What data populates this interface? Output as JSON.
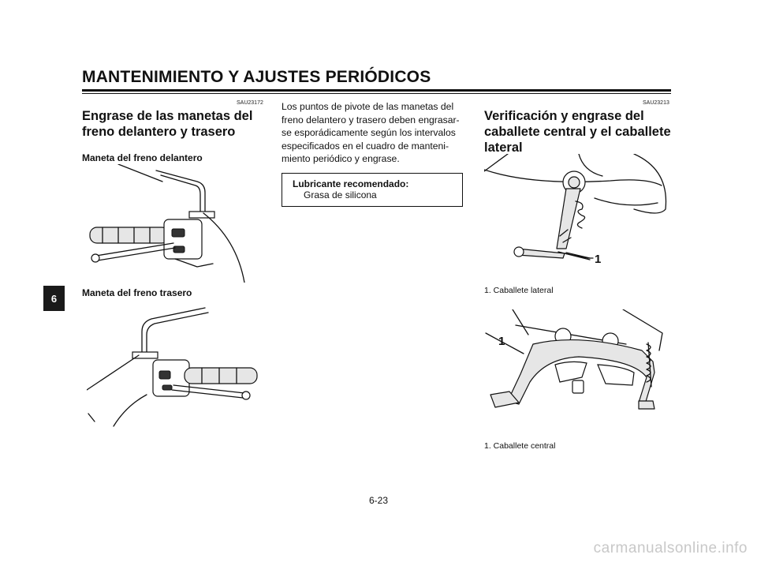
{
  "header": {
    "title": "MANTENIMIENTO Y AJUSTES PERIÓDICOS"
  },
  "side_tab": "6",
  "left": {
    "code": "SAU23172",
    "title_line1": "Engrase de las manetas del",
    "title_line2": "freno delantero y trasero",
    "front_label": "Maneta del freno delantero",
    "rear_label": "Maneta del freno trasero"
  },
  "middle": {
    "lines": [
      "Los puntos de pivote de las manetas del",
      "freno delantero y trasero deben engrasar-",
      "se esporádicamente según los intervalos",
      "especificados en el cuadro de manteni-",
      "miento periódico y engrase."
    ],
    "lubricant_title": "Lubricante recomendado:",
    "lubricant_value": "Grasa de silicona"
  },
  "right": {
    "code": "SAU23213",
    "title_line1": "Verificación y engrase del",
    "title_line2": "caballete central y el caballete",
    "title_line3": "lateral",
    "callout1": "1",
    "caption1": "1. Caballete lateral",
    "callout2": "1",
    "caption2": "1. Caballete central"
  },
  "footer": {
    "page_number": "6-23",
    "watermark": "carmanualsonline.info"
  }
}
